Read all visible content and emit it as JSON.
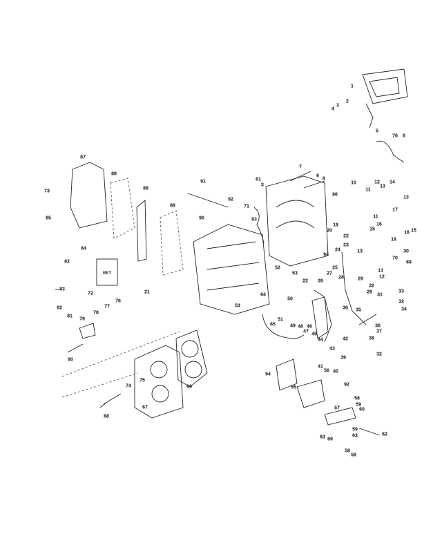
{
  "diagram": {
    "kind": "exploded parts view - outboard powerhead",
    "callouts": [
      "1",
      "2",
      "3",
      "4",
      "5",
      "76",
      "6",
      "87",
      "88",
      "89",
      "91",
      "73",
      "85",
      "88",
      "90",
      "92",
      "71",
      "61",
      "3",
      "93",
      "7",
      "9",
      "8",
      "86",
      "10",
      "11",
      "12",
      "13",
      "14",
      "13",
      "17",
      "11",
      "16",
      "15",
      "16",
      "15",
      "18",
      "19",
      "20",
      "22",
      "23",
      "24",
      "13",
      "30",
      "70",
      "69",
      "13",
      "12",
      "25",
      "27",
      "94",
      "52",
      "53",
      "28",
      "29",
      "22",
      "26",
      "32",
      "28",
      "31",
      "33",
      "32",
      "34",
      "64",
      "50",
      "53",
      "36",
      "35",
      "36",
      "37",
      "38",
      "32",
      "51",
      "65",
      "49",
      "48",
      "46",
      "47",
      "45",
      "44",
      "42",
      "43",
      "39",
      "41",
      "56",
      "40",
      "54",
      "55",
      "92",
      "58",
      "59",
      "57",
      "60",
      "59",
      "63",
      "63",
      "59",
      "62",
      "58",
      "58",
      "84",
      "82",
      "83",
      "72",
      "21",
      "76",
      "77",
      "78",
      "79",
      "82",
      "81",
      "80",
      "75",
      "74",
      "66",
      "67",
      "68"
    ],
    "decal_text": "RET"
  }
}
